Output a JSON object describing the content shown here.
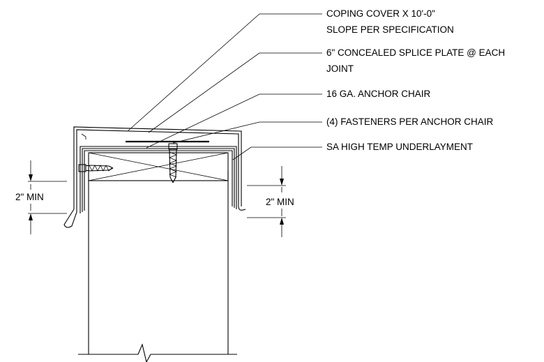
{
  "callouts": [
    {
      "line1": "COPING COVER X 10'-0\"",
      "line2": "SLOPE PER SPECIFICATION"
    },
    {
      "line1": "6\" CONCEALED SPLICE PLATE @ EACH",
      "line2": "JOINT"
    },
    {
      "line1": "16 GA. ANCHOR CHAIR",
      "line2": ""
    },
    {
      "line1": "(4) FASTENERS PER ANCHOR CHAIR",
      "line2": ""
    },
    {
      "line1": "SA HIGH TEMP UNDERLAYMENT",
      "line2": ""
    }
  ],
  "dimensions": {
    "left": "2\" MIN",
    "right": "2\" MIN"
  }
}
